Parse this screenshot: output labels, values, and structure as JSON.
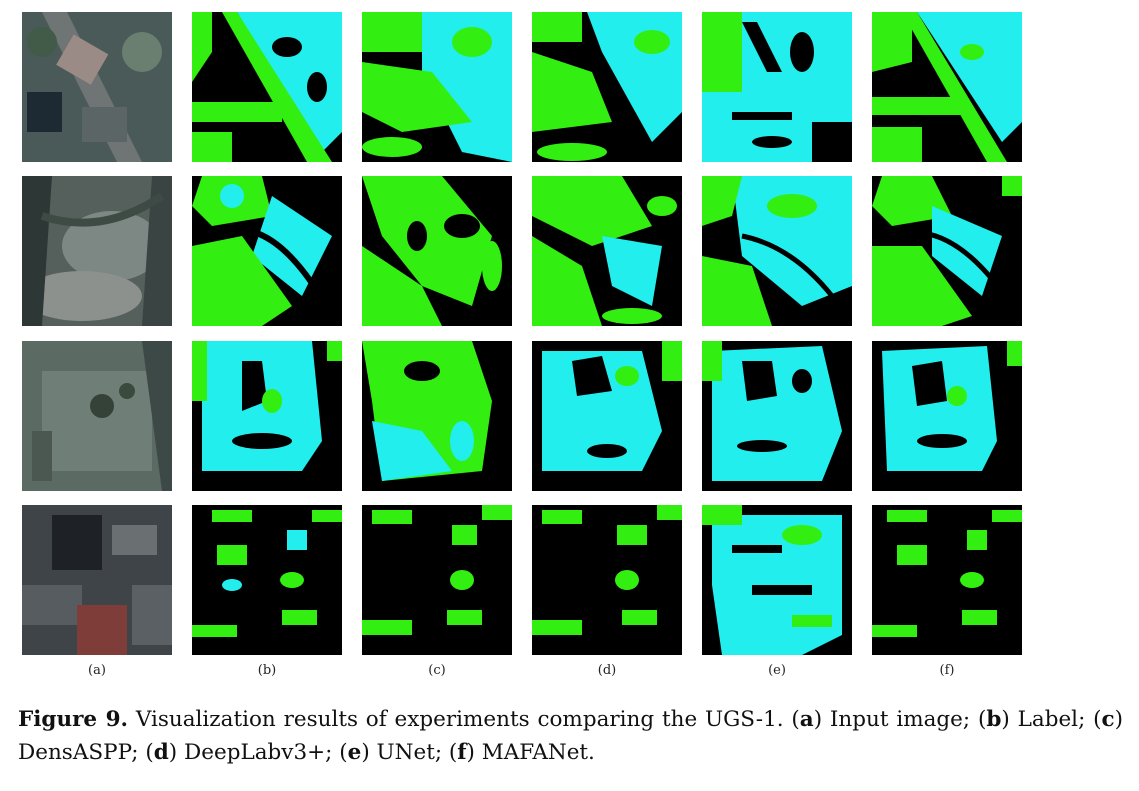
{
  "columns": [
    {
      "key": "a",
      "label": "(a)"
    },
    {
      "key": "b",
      "label": "(b)"
    },
    {
      "key": "c",
      "label": "(c)"
    },
    {
      "key": "d",
      "label": "(d)"
    },
    {
      "key": "e",
      "label": "(e)"
    },
    {
      "key": "f",
      "label": "(f)"
    }
  ],
  "rows": 4,
  "colors": {
    "background": "#000000",
    "class_green": "#33ee11",
    "class_cyan": "#22eeee"
  },
  "caption": {
    "figure": "Figure 9.",
    "text_1": " Visualization results of experiments comparing the UGS-1. (",
    "a": "a",
    "t_a": ") Input image; (",
    "b": "b",
    "t_b": ") Label; (",
    "c": "c",
    "t_c": ") DensASPP; (",
    "d": "d",
    "t_d": ") DeepLabv3+; (",
    "e": "e",
    "t_e": ") UNet; (",
    "f": "f",
    "t_f": ") MAFANet."
  }
}
